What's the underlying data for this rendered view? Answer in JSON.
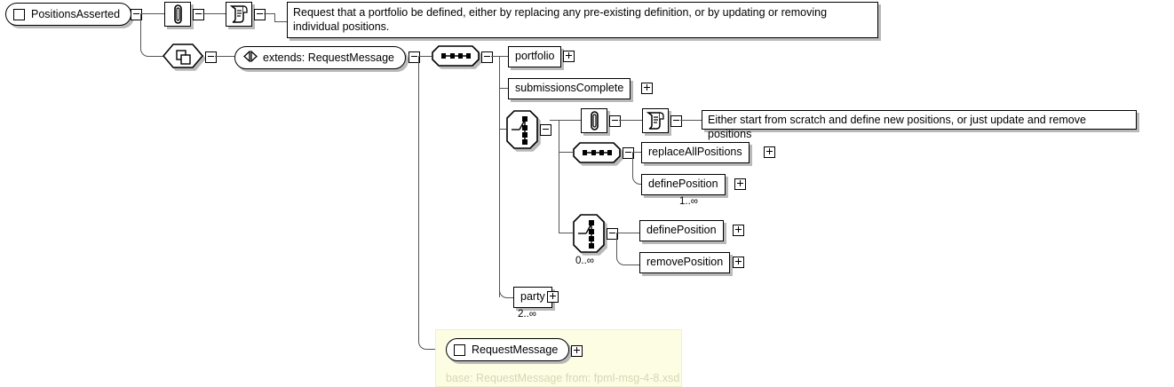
{
  "diagram": {
    "type": "xml-schema-element-diagram",
    "root": {
      "name": "PositionsAsserted",
      "kind": "element",
      "icon": "element-box-icon"
    },
    "annotation_icon": "paperclip-annotation-icon",
    "documentation_icon": "documentation-scroll-icon",
    "documentation_text": "Request that a portfolio be defined, either by replacing any pre-existing definition, or by updating or removing individual positions.",
    "derivation_icon": "extension-diamond-icon",
    "extends": {
      "label": "extends: RequestMessage",
      "icon": "extends-triangles-icon"
    },
    "compositors": {
      "sequence_icon": "sequence-compositor-icon",
      "choice_icon": "choice-compositor-icon"
    },
    "children": [
      {
        "label": "portfolio",
        "cardinality": ""
      },
      {
        "label": "submissionsComplete",
        "cardinality": ""
      }
    ],
    "inner_choice": {
      "documentation_text": "Either start from scratch and define new positions, or just update and remove positions",
      "sequence_branch": {
        "children": [
          {
            "label": "replaceAllPositions",
            "cardinality": ""
          },
          {
            "label": "definePosition",
            "cardinality": "1..∞"
          }
        ]
      },
      "choice_branch": {
        "cardinality": "0..∞",
        "children": [
          {
            "label": "definePosition",
            "cardinality": ""
          },
          {
            "label": "removePosition",
            "cardinality": ""
          }
        ]
      }
    },
    "party": {
      "label": "party",
      "cardinality": "2..∞"
    },
    "base": {
      "label": "RequestMessage",
      "caption": "base: RequestMessage from: fpml-msg-4-8.xsd",
      "panel_color": "#fdfde4",
      "caption_color": "#d6d6b6"
    },
    "toggle": {
      "expand": "+",
      "collapse": "-"
    }
  }
}
